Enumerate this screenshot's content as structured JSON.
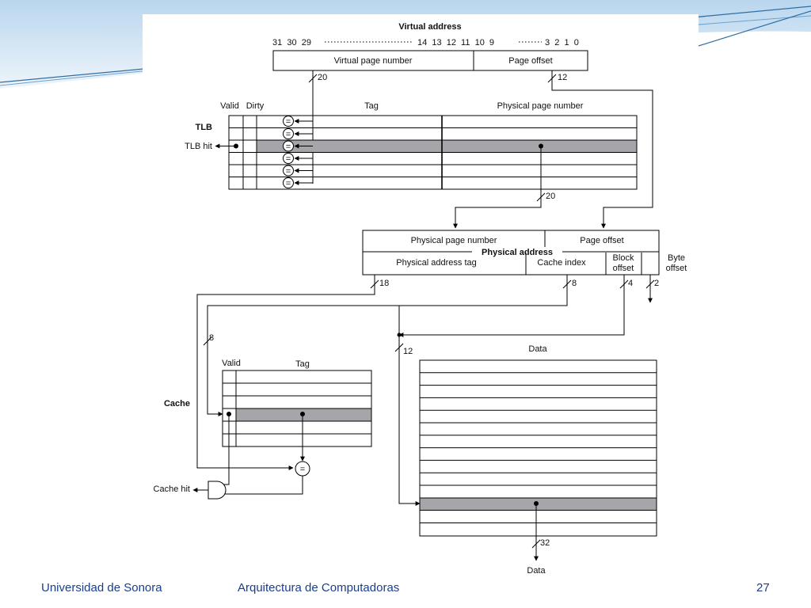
{
  "diagram": {
    "virtual_address": {
      "title": "Virtual address",
      "bits_left": "31  30  29",
      "bits_mid": "14  13  12  11  10  9",
      "bits_right": "3  2  1  0",
      "field_vpn": "Virtual page number",
      "field_offset": "Page offset",
      "width_vpn": "20",
      "width_offset": "12"
    },
    "tlb": {
      "label": "TLB",
      "hit_label": "TLB hit",
      "col_valid": "Valid",
      "col_dirty": "Dirty",
      "col_tag": "Tag",
      "col_ppn": "Physical page number",
      "ppn_width": "20",
      "comparator_symbol": "="
    },
    "physical_address": {
      "title": "Physical address",
      "field_ppn": "Physical page number",
      "field_offset": "Page offset",
      "field_tag": "Physical address tag",
      "field_index": "Cache index",
      "field_block_1": "Block",
      "field_block_2": "offset",
      "field_byte_1": "Byte",
      "field_byte_2": "offset",
      "width_tag": "18",
      "width_index": "8",
      "width_block": "4",
      "width_byte": "2"
    },
    "cache": {
      "label": "Cache",
      "col_valid": "Valid",
      "col_tag": "Tag",
      "col_data": "Data",
      "tag_width": "8",
      "index_width": "12",
      "hit_label": "Cache hit",
      "comparator_symbol": "=",
      "data_width": "32",
      "data_out": "Data"
    }
  },
  "footer": {
    "institution": "Universidad de Sonora",
    "course": "Arquitectura de Computadoras",
    "page": "27"
  },
  "colors": {
    "highlight_row": "#a6a6aa",
    "footer_text": "#1a3e8c",
    "swoosh_light": "#cfe3f2",
    "swoosh_dark": "#2e6ea6"
  }
}
